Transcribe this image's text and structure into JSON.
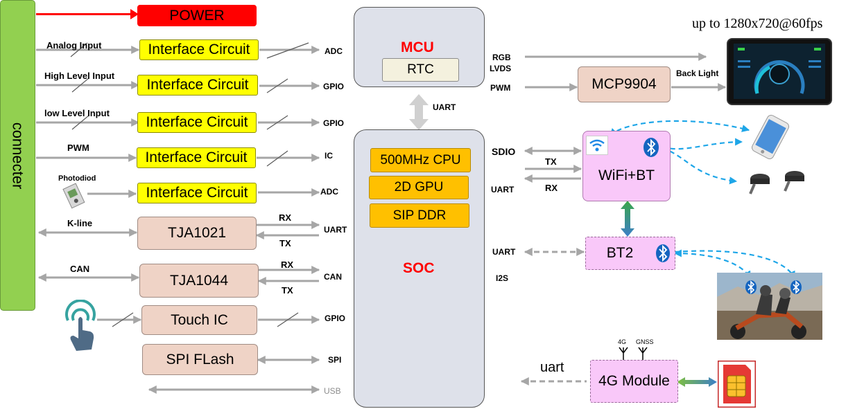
{
  "left_bus": {
    "label": "connecter"
  },
  "power": {
    "label": "POWER"
  },
  "inputs": [
    {
      "label": "Analog Input",
      "block": "Interface Circuit",
      "signal": "ADC"
    },
    {
      "label": "High Level Input",
      "block": "Interface Circuit",
      "signal": "GPIO"
    },
    {
      "label": "low Level Input",
      "block": "Interface Circuit",
      "signal": "GPIO"
    },
    {
      "label": "PWM",
      "block": "Interface Circuit",
      "signal": "IC"
    },
    {
      "label": "Photodiod",
      "block": "Interface Circuit",
      "signal": "ADC"
    }
  ],
  "kline": {
    "label": "K-line",
    "block": "TJA1021",
    "rx": "RX",
    "tx": "TX",
    "signal": "UART"
  },
  "can": {
    "label": "CAN",
    "block": "TJA1044",
    "rx": "RX",
    "tx": "TX",
    "signal": "CAN"
  },
  "touch": {
    "block": "Touch IC",
    "signal": "GPIO"
  },
  "flash": {
    "block": "SPI FLash",
    "signal": "SPI"
  },
  "usb": {
    "signal": "USB"
  },
  "mcu": {
    "title": "MCU",
    "rtc": "RTC",
    "link": "UART"
  },
  "soc": {
    "title": "SOC",
    "chips": [
      "500MHz CPU",
      "2D GPU",
      "SIP DDR"
    ],
    "i2s": "I2S"
  },
  "display": {
    "rgb": "RGB",
    "lvds": "LVDS",
    "pwm": "PWM",
    "driver": "MCP9904",
    "backlight": "Back Light",
    "caption": "up to 1280x720@60fps"
  },
  "wifi": {
    "label": "WiFi+BT",
    "sdio": "SDIO",
    "uart": "UART",
    "tx": "TX",
    "rx": "RX"
  },
  "bt2": {
    "label": "BT2",
    "uart": "UART"
  },
  "module4g": {
    "label": "4G Module",
    "uart": "uart",
    "ant1": "4G",
    "ant2": "GNSS"
  },
  "colors": {
    "bus": "#92d050",
    "power": "#ff0000",
    "title_red": "#ff0000",
    "arrow": "#a6a6a6",
    "bt_link": "#1ea6e8"
  }
}
